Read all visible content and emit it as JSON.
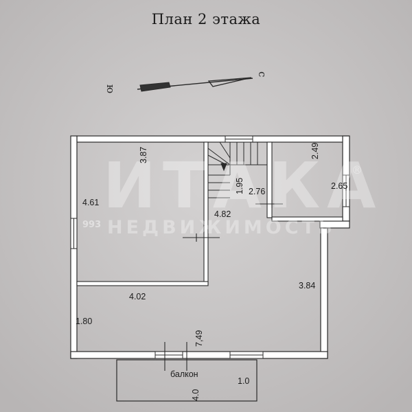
{
  "title": "План 2 этажа",
  "compass": {
    "south": "ю",
    "north": "с"
  },
  "watermark": {
    "brand": "ИТАКА",
    "subtitle": "НЕДВИЖИМОСТЬ",
    "registered": "®",
    "phone_fragment": "993"
  },
  "labels": {
    "room_left_height": "3.87",
    "room_left_width": "4.61",
    "stair_width": "1.95",
    "stair_depth": "2.76",
    "room_right_height": "2.49",
    "room_right_width": "2.65",
    "hall_small": "4.82",
    "hall_right": "3.84",
    "lower_width": "4.02",
    "lower_left": "1.80",
    "overall": "7,49",
    "balcony": "балкон",
    "balcony_width": "1.0",
    "balcony_length": "4.0"
  },
  "colors": {
    "paper": "#c9c6c6",
    "wall": "#ffffff",
    "line": "#2a2a2a"
  }
}
